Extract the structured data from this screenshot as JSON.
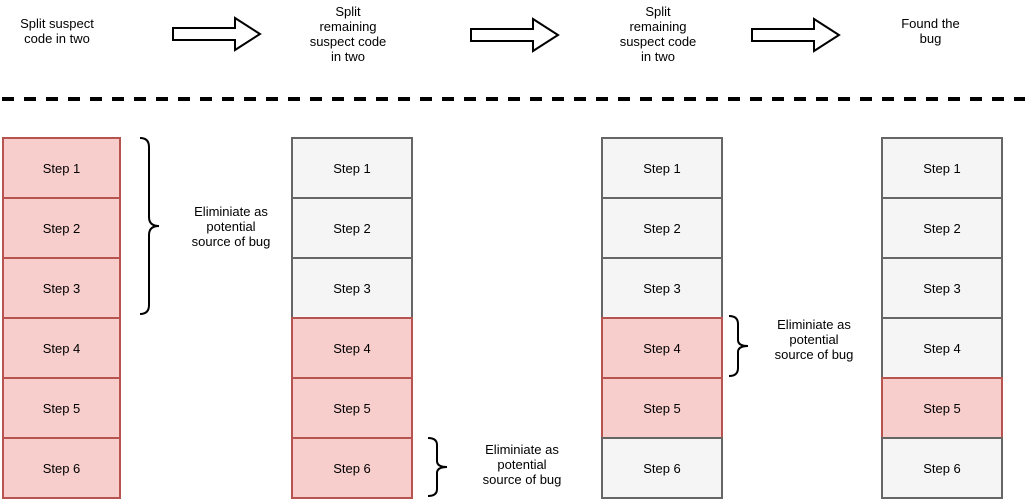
{
  "header": {
    "phases": [
      "Split  suspect\ncode in two",
      "Split\nremaining\nsuspect code\nin two",
      "Split\nremaining\nsuspect code\nin two",
      "Found the\nbug"
    ]
  },
  "columns": [
    {
      "name": "iteration-1",
      "steps": [
        {
          "label": "Step 1",
          "suspect": true
        },
        {
          "label": "Step 2",
          "suspect": true
        },
        {
          "label": "Step 3",
          "suspect": true
        },
        {
          "label": "Step 4",
          "suspect": true
        },
        {
          "label": "Step 5",
          "suspect": true
        },
        {
          "label": "Step 6",
          "suspect": true
        }
      ]
    },
    {
      "name": "iteration-2",
      "steps": [
        {
          "label": "Step 1",
          "suspect": false
        },
        {
          "label": "Step 2",
          "suspect": false
        },
        {
          "label": "Step 3",
          "suspect": false
        },
        {
          "label": "Step 4",
          "suspect": true
        },
        {
          "label": "Step 5",
          "suspect": true
        },
        {
          "label": "Step 6",
          "suspect": true
        }
      ]
    },
    {
      "name": "iteration-3",
      "steps": [
        {
          "label": "Step 1",
          "suspect": false
        },
        {
          "label": "Step 2",
          "suspect": false
        },
        {
          "label": "Step 3",
          "suspect": false
        },
        {
          "label": "Step 4",
          "suspect": true
        },
        {
          "label": "Step 5",
          "suspect": true
        },
        {
          "label": "Step 6",
          "suspect": false
        }
      ]
    },
    {
      "name": "iteration-4",
      "steps": [
        {
          "label": "Step 1",
          "suspect": false
        },
        {
          "label": "Step 2",
          "suspect": false
        },
        {
          "label": "Step 3",
          "suspect": false
        },
        {
          "label": "Step 4",
          "suspect": false
        },
        {
          "label": "Step 5",
          "suspect": true
        },
        {
          "label": "Step 6",
          "suspect": false
        }
      ]
    }
  ],
  "annotations": [
    {
      "text": "Eliminiate as\npotential\nsource of bug",
      "target": "iteration-1 steps 1-3"
    },
    {
      "text": "Eliminiate as\npotential\nsource of bug",
      "target": "iteration-2 step 6"
    },
    {
      "text": "Eliminiate as\npotential\nsource of bug",
      "target": "iteration-3 step 4"
    }
  ],
  "colors": {
    "suspect_fill": "#F8CECC",
    "suspect_border": "#B85450",
    "eliminated_fill": "#F5F5F5",
    "eliminated_border": "#666666",
    "text": "#000000"
  }
}
